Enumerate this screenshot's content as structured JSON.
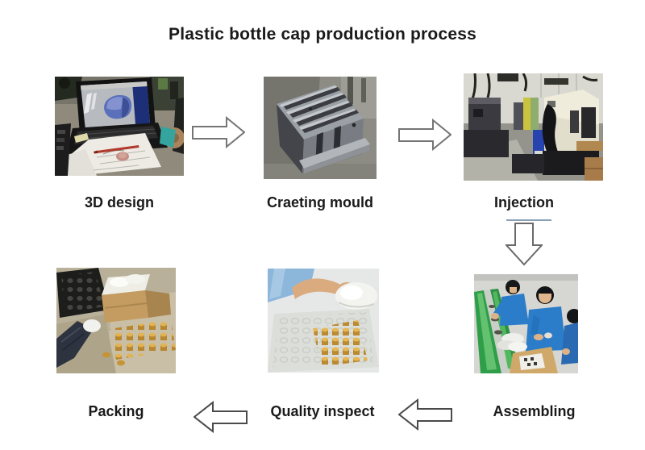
{
  "title": "Plastic bottle cap production process",
  "process": {
    "row1": [
      {
        "label": "3D design"
      },
      {
        "label": "Craeting mould"
      },
      {
        "label": "Injection"
      }
    ],
    "row2": [
      {
        "label": "Packing"
      },
      {
        "label": "Quality inspect"
      },
      {
        "label": "Assembling"
      }
    ]
  },
  "flow": {
    "row1_direction": "right",
    "connector_direction": "down",
    "row2_direction": "left"
  },
  "colors": {
    "background": "#ffffff",
    "text": "#1a1a1a",
    "arrow_fill": "#ffffff",
    "arrow_outline_row1": "#757575",
    "arrow_outline_row2": "#4a4a4a",
    "injection_underline": "#8aa0b4"
  }
}
